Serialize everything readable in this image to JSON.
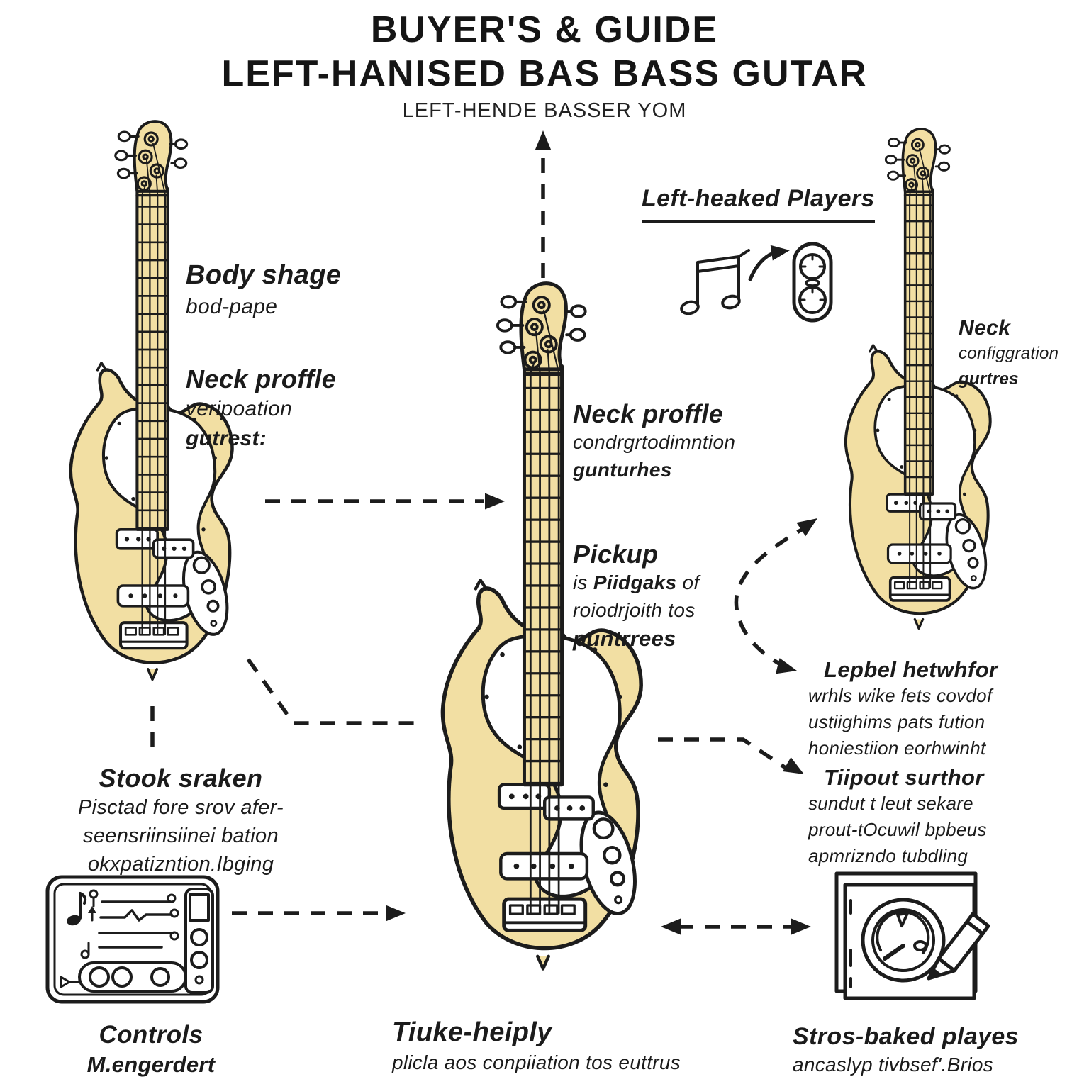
{
  "title": {
    "line1": "BUYER'S & GUIDE",
    "line2": "LEFT-HANISED BAS BASS GUTAR",
    "subtitle": "LEFT-HENDE BASSER YOM"
  },
  "colors": {
    "ink": "#1c1c1c",
    "body": "#f2dfa3"
  },
  "labels": {
    "left_heaked": {
      "heading": "Left-heaked Players"
    },
    "body_shape": {
      "heading": "Body shage",
      "lines": [
        "bod-pape"
      ]
    },
    "neck_profile_left": {
      "heading": "Neck proffle",
      "lines": [
        "veripoation",
        "gutrest:"
      ]
    },
    "neck_profile_mid": {
      "heading": "Neck proffle",
      "lines": [
        "condrgrtodimntion",
        "gunturhes"
      ]
    },
    "pickup": {
      "heading": "Pickup",
      "line1_parts": [
        "is ",
        "Piidgaks",
        " of"
      ],
      "line2": "roiodrjoith tos",
      "bold_line": "puntrrees"
    },
    "neck_config_right": {
      "heading": "Neck",
      "lines": [
        "configgration",
        "gurtres"
      ]
    },
    "lepbel": {
      "heading": "Lepbel hetwhfor",
      "lines": [
        "wrhls wike fets covdof",
        "ustiighims pats fution",
        "honiestiion eorhwinht"
      ]
    },
    "tiipout": {
      "heading": "Tiipout surthor",
      "lines": [
        "sundut t leut sekare",
        "prout-tOcuwil bpbeus",
        "apmrizndo tubdling"
      ]
    },
    "stook": {
      "heading": "Stook sraken",
      "lines": [
        "Pisctad fore srov afer-",
        "seensriinsiinei bation",
        "okxpatizntion.Ibging"
      ]
    },
    "controls": {
      "heading": "Controls",
      "lines": [
        "M.engerdert"
      ]
    },
    "tiuke": {
      "heading": "Tiuke-heiply",
      "lines": [
        "plicla aos conpiiation tos euttrus"
      ]
    },
    "stros": {
      "heading": "Stros-baked playes",
      "lines": [
        "ancaslyp tivbsef'.Brios"
      ]
    }
  },
  "icons": {
    "music_note": "beamed-eighth-notes",
    "curved_arrow": "curved-arrow-right",
    "tuner_socket": "double-tuner-socket",
    "controls_panel": "music-controls-panel",
    "gauge_pencil": "gauge-and-pencil-sheets"
  }
}
